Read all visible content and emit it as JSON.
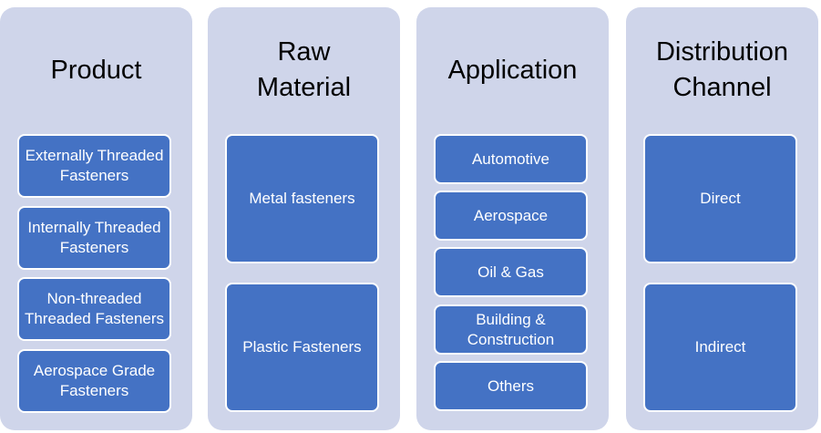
{
  "columns": [
    {
      "title": "Product",
      "items": [
        "Externally Threaded Fasteners",
        "Internally Threaded Fasteners",
        "Non-threaded Threaded Fasteners",
        "Aerospace Grade Fasteners"
      ]
    },
    {
      "title": "Raw Material",
      "items": [
        "Metal fasteners",
        "Plastic Fasteners"
      ]
    },
    {
      "title": "Application",
      "items": [
        "Automotive",
        "Aerospace",
        "Oil & Gas",
        "Building & Construction",
        "Others"
      ]
    },
    {
      "title": "Distribution Channel",
      "items": [
        "Direct",
        "Indirect"
      ]
    }
  ],
  "colors": {
    "panel": "#cfd5ea",
    "box": "#4472c4"
  }
}
